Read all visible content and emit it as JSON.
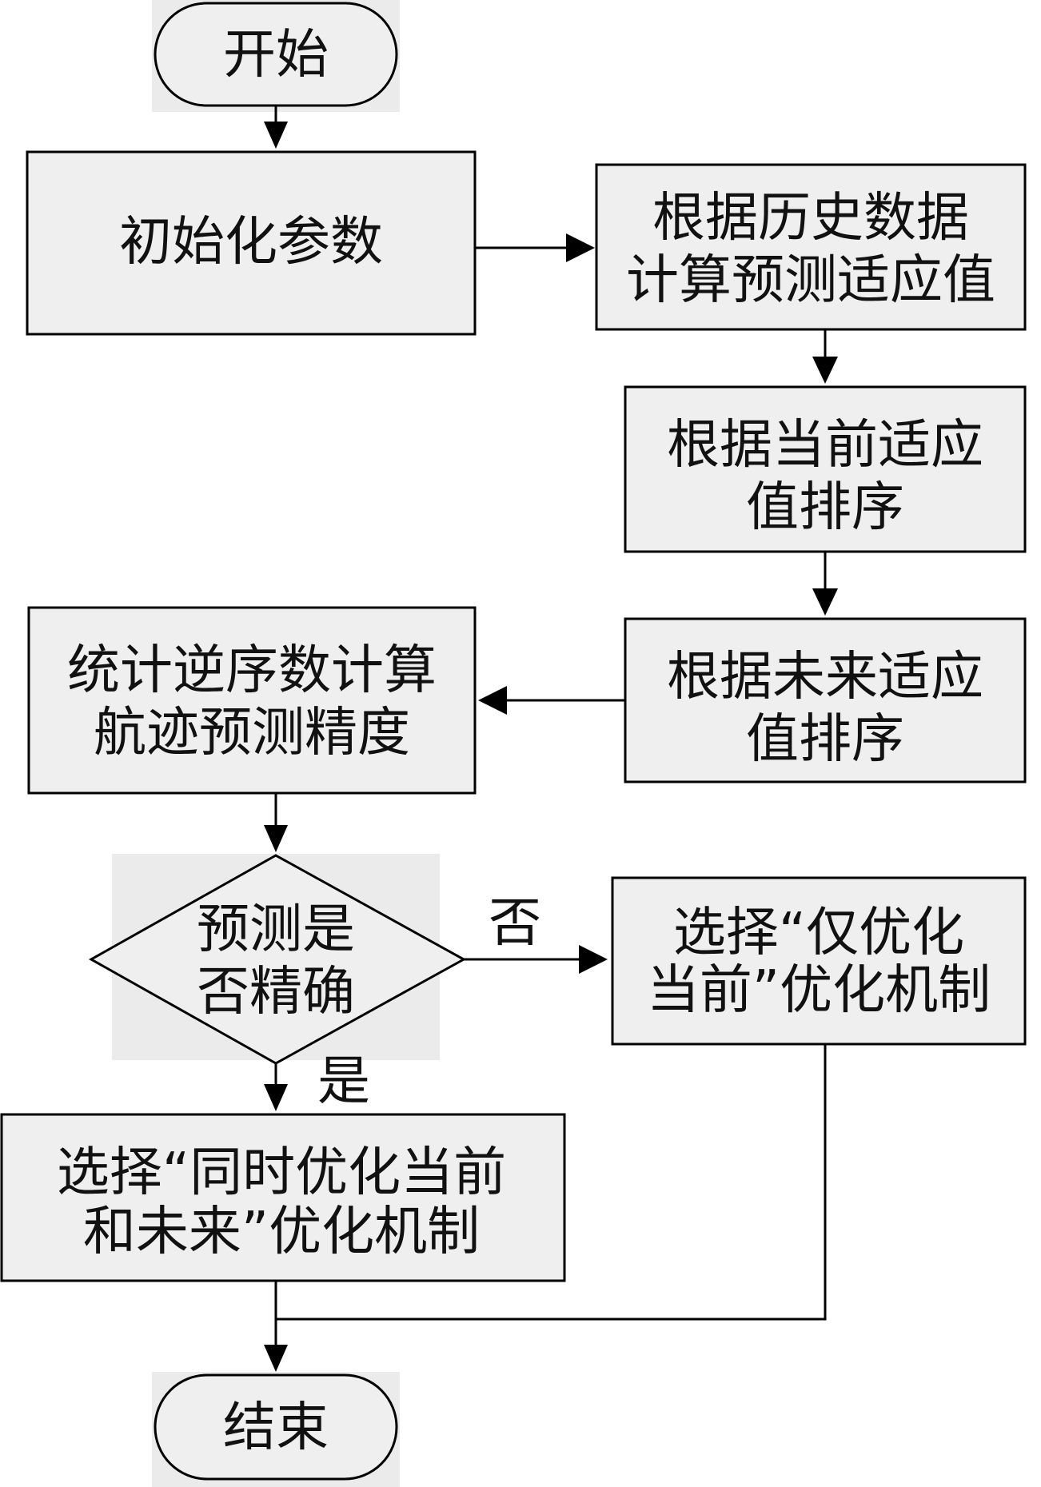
{
  "nodes": {
    "start": "开始",
    "init": "初始化参数",
    "predict_line1": "根据历史数据",
    "predict_line2": "计算预测适应值",
    "sort_current_line1": "根据当前适应",
    "sort_current_line2": "值排序",
    "sort_future_line1": "根据未来适应",
    "sort_future_line2": "值排序",
    "count_line1": "统计逆序数计算",
    "count_line2": "航迹预测精度",
    "decision_line1": "预测是",
    "decision_line2": "否精确",
    "only_current_line1": "选择“仅优化",
    "only_current_line2": "当前”优化机制",
    "both_line1": "选择“同时优化当前",
    "both_line2": "和未来”优化机制",
    "end": "结束"
  },
  "edges": {
    "no_label": "否",
    "yes_label": "是"
  }
}
